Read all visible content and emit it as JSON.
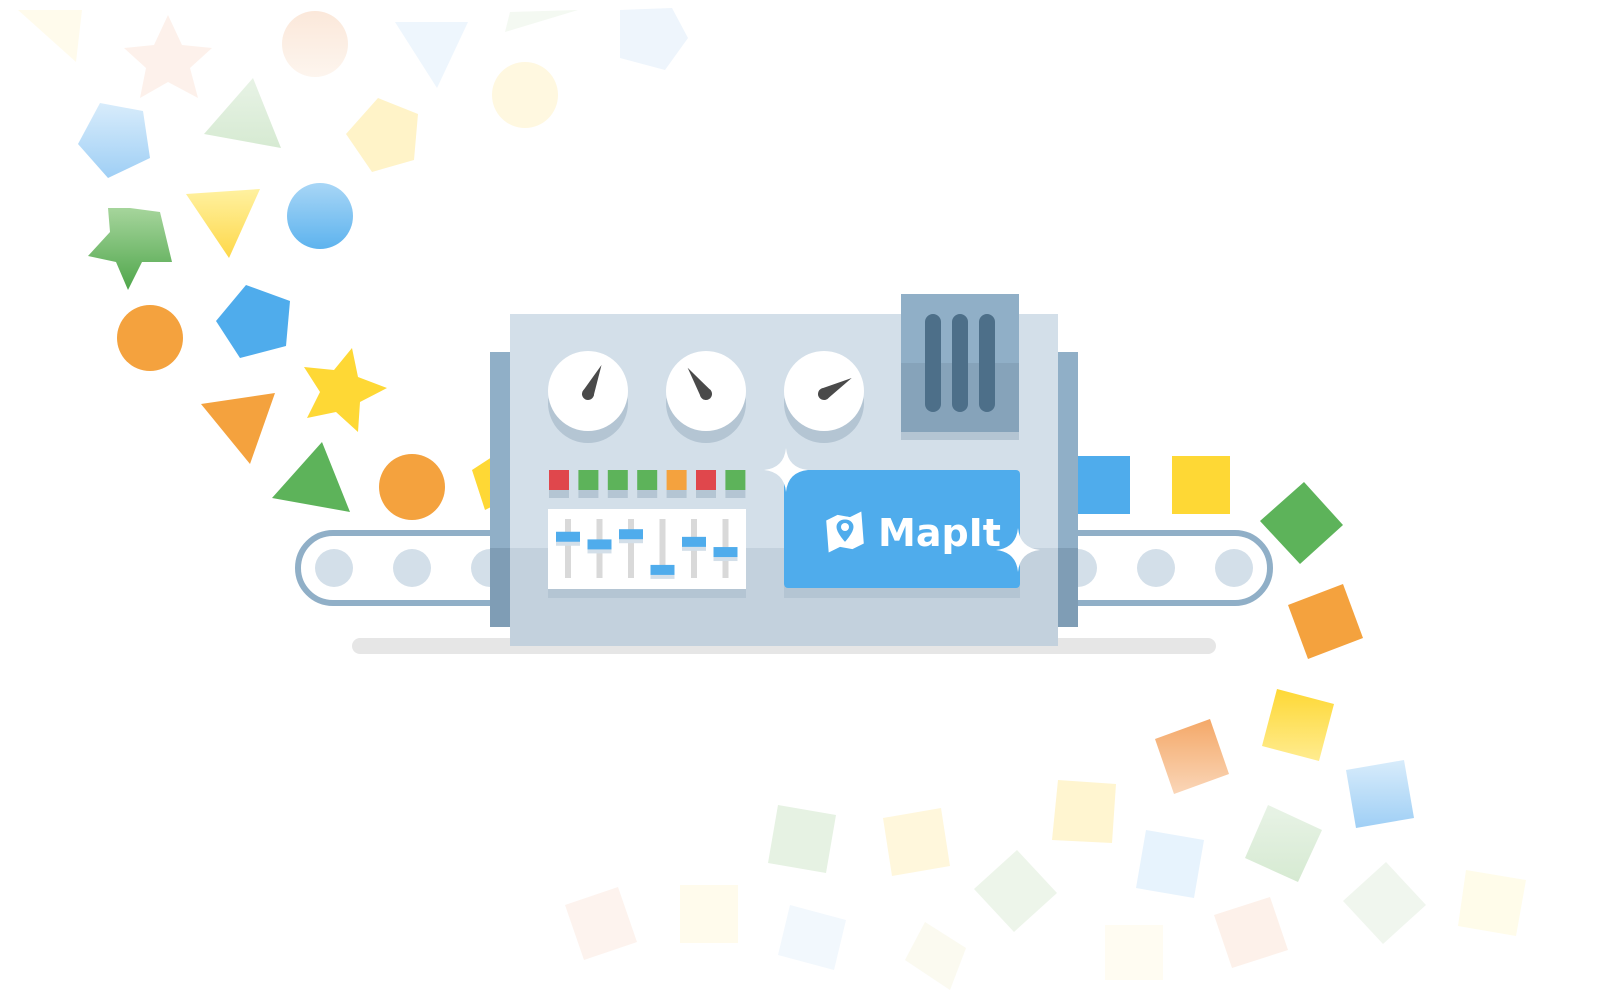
{
  "brand": {
    "label": "MapIt",
    "logo_icon": "map-pin-icon"
  },
  "colors": {
    "machine_body": "#d3dfe9",
    "machine_lower": "#c3d1dd",
    "side_panel": "#90afc7",
    "vent_dark": "#4d6f89",
    "screen_blue": "#4facec",
    "belt_outline": "#90afc7",
    "roller": "#d3dfe9",
    "floor": "#e6e6e6",
    "red": "#e0474c",
    "green": "#5db35a",
    "orange": "#f4a23e",
    "yellow": "#fed835",
    "blue": "#4facec"
  },
  "gauges": [
    {
      "name": "gauge-1",
      "needle_deg": 25
    },
    {
      "name": "gauge-2",
      "needle_deg": -35
    },
    {
      "name": "gauge-3",
      "needle_deg": 60
    }
  ],
  "indicator_lights": [
    "red",
    "green",
    "green",
    "green",
    "orange",
    "red",
    "green"
  ],
  "sliders": [
    0.25,
    0.4,
    0.2,
    0.9,
    0.35,
    0.55
  ]
}
